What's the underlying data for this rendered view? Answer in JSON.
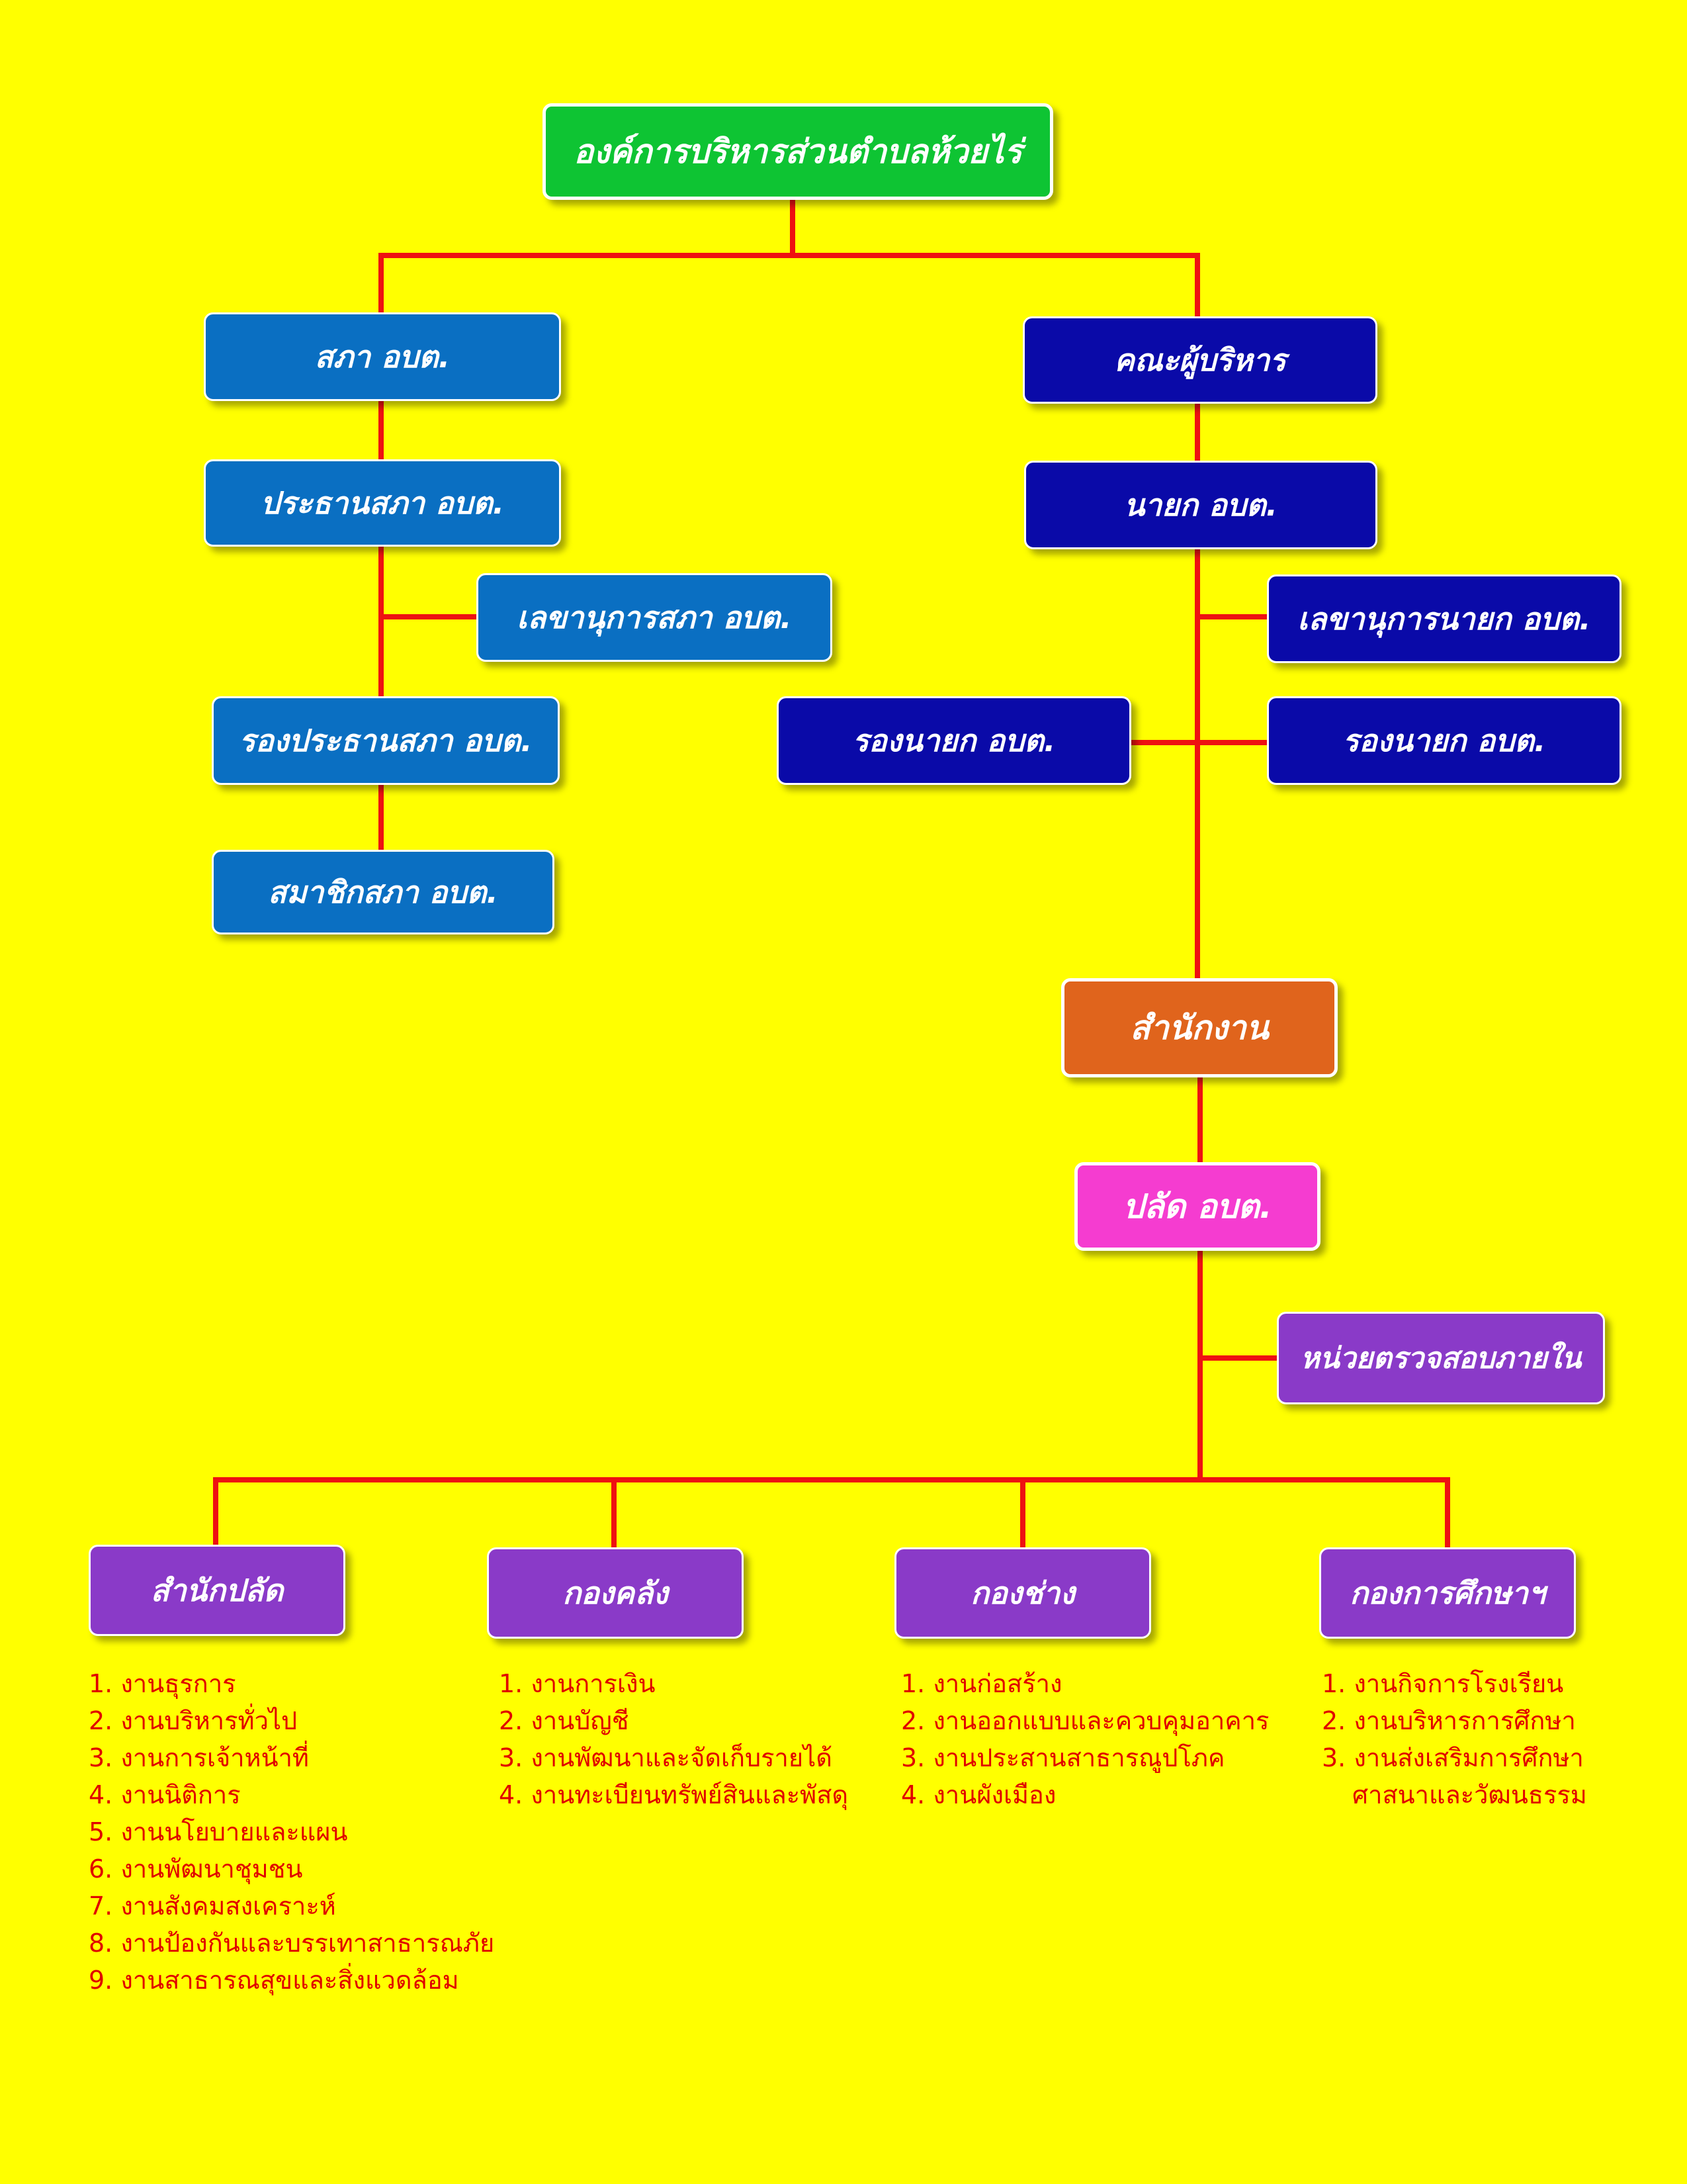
{
  "colors": {
    "background": "#ffff00",
    "connector": "#ee1111",
    "root": "#0ec433",
    "council": "#0a6fc2",
    "executive": "#0a0aa8",
    "office": "#e0641c",
    "clerk": "#f53cd0",
    "division": "#8a3ac8",
    "task_text": "#e00000"
  },
  "org": {
    "root": "องค์การบริหารส่วนตำบลห้วยไร่",
    "council": {
      "title": "สภา อบต.",
      "chair": "ประธานสภา อบต.",
      "secretary": "เลขานุการสภา อบต.",
      "vice_chair": "รองประธานสภา อบต.",
      "members": "สมาชิกสภา อบต."
    },
    "executive": {
      "title": "คณะผู้บริหาร",
      "mayor": "นายก อบต.",
      "secretary": "เลขานุการนายก อบต.",
      "deputy_left": "รองนายก อบต.",
      "deputy_right": "รองนายก อบต."
    },
    "office": "สำนักงาน",
    "clerk": "ปลัด อบต.",
    "audit": "หน่วยตรวจสอบภายใน",
    "divisions": [
      {
        "name": "สำนักปลัด",
        "tasks": [
          "1. งานธุรการ",
          "2. งานบริหารทั่วไป",
          "3. งานการเจ้าหน้าที่",
          "4. งานนิติการ",
          "5. งานนโยบายและแผน",
          "6. งานพัฒนาชุมชน",
          "7. งานสังคมสงเคราะห์",
          "8. งานป้องกันและบรรเทาสาธารณภัย",
          "9. งานสาธารณสุขและสิ่งแวดล้อม"
        ]
      },
      {
        "name": "กองคลัง",
        "tasks": [
          "1. งานการเงิน",
          "2. งานบัญชี",
          "3. งานพัฒนาและจัดเก็บรายได้",
          "4. งานทะเบียนทรัพย์สินและพัสดุ"
        ]
      },
      {
        "name": "กองช่าง",
        "tasks": [
          "1. งานก่อสร้าง",
          "2. งานออกแบบและควบคุมอาคาร",
          "3. งานประสานสาธารณูปโภค",
          "4. งานผังเมือง"
        ]
      },
      {
        "name": "กองการศึกษาฯ",
        "tasks": [
          "1. งานกิจการโรงเรียน",
          "2. งานบริหารการศึกษา",
          "3. งานส่งเสริมการศึกษา",
          "ศาสนาและวัฒนธรรม"
        ]
      }
    ]
  }
}
